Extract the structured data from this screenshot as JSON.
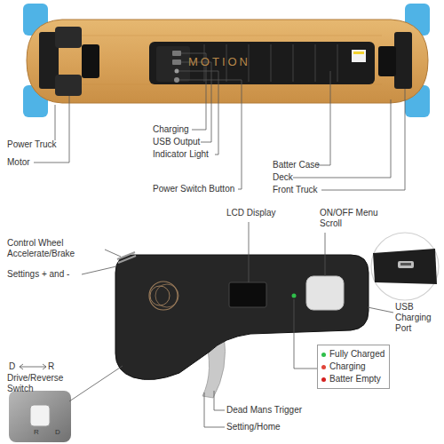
{
  "diagram": {
    "labels": [
      "MOTION",
      "Power Truck",
      "Motor",
      "Charging",
      "USB Output",
      "Indicator Light",
      "Power Switch Button",
      "Batter Case",
      "Deck",
      "Front Truck",
      "LCD Display",
      "ON/OFF Menu Scroll",
      "Control Wheel Accelerate/Brake",
      "Settings + and -",
      "USB Charging Port",
      "D",
      "R",
      "Drive/Reverse Switch",
      "Dead Mans Trigger",
      "Setting/Home",
      "R",
      "D"
    ],
    "legend": [
      {
        "text": "Fully Charged",
        "color": "#2fbf4a"
      },
      {
        "text": "Charging",
        "color": "#e0453a"
      },
      {
        "text": "Batter Empty",
        "color": "#d42020"
      }
    ]
  }
}
